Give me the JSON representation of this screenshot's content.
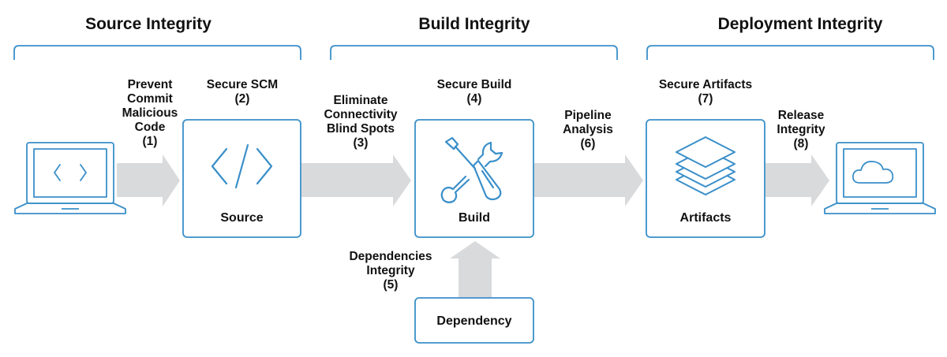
{
  "colors": {
    "accent": "#3a8fc9",
    "arrow": "#d9dadb",
    "text": "#111111",
    "background": "#ffffff"
  },
  "sections": [
    {
      "title": "Source Integrity"
    },
    {
      "title": "Build Integrity"
    },
    {
      "title": "Deployment Integrity"
    }
  ],
  "steps": [
    {
      "label": "Prevent\nCommit\nMalicious\nCode\n(1)"
    },
    {
      "label": "Secure SCM\n(2)"
    },
    {
      "label": "Eliminate\nConnectivity\nBlind Spots\n(3)"
    },
    {
      "label": "Secure Build\n(4)"
    },
    {
      "label": "Dependencies\nIntegrity\n(5)"
    },
    {
      "label": "Pipeline\nAnalysis\n(6)"
    },
    {
      "label": "Secure Artifacts\n(7)"
    },
    {
      "label": "Release\nIntegrity\n(8)"
    }
  ],
  "boxes": {
    "source": {
      "label": "Source",
      "icon": "code-icon"
    },
    "build": {
      "label": "Build",
      "icon": "tools-icon"
    },
    "artifacts": {
      "label": "Artifacts",
      "icon": "layers-icon"
    },
    "dependency": {
      "label": "Dependency"
    }
  },
  "devices": {
    "developer": {
      "icon": "laptop-code-icon"
    },
    "release": {
      "icon": "laptop-cloud-icon"
    }
  }
}
